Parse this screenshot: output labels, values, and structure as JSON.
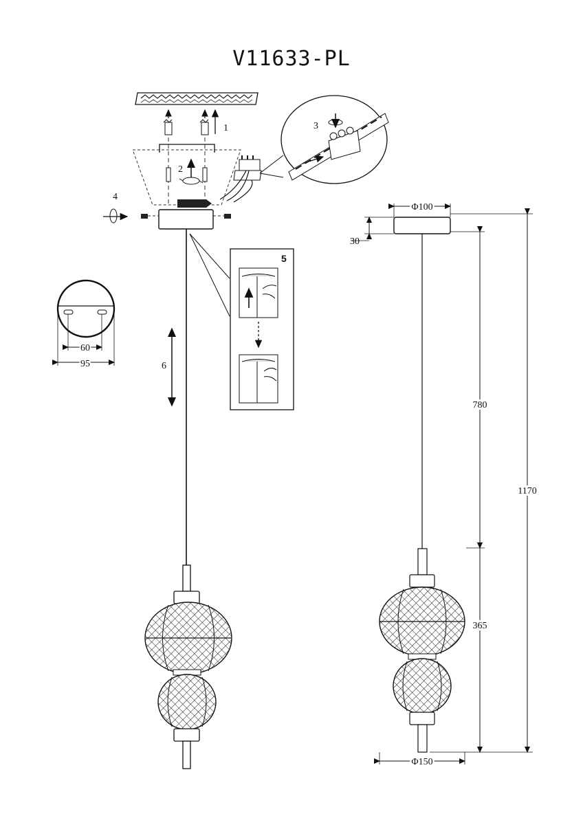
{
  "model": "V11633-PL",
  "steps": [
    "1",
    "2",
    "3",
    "4",
    "5",
    "6"
  ],
  "dimensions": {
    "canopy_diameter": "Φ100",
    "canopy_height": "30",
    "cable_length": "780",
    "total_height": "1170",
    "shade_height": "365",
    "shade_diameter": "Φ150",
    "mount_hole_spacing": "60",
    "mount_plate_diameter": "95"
  }
}
